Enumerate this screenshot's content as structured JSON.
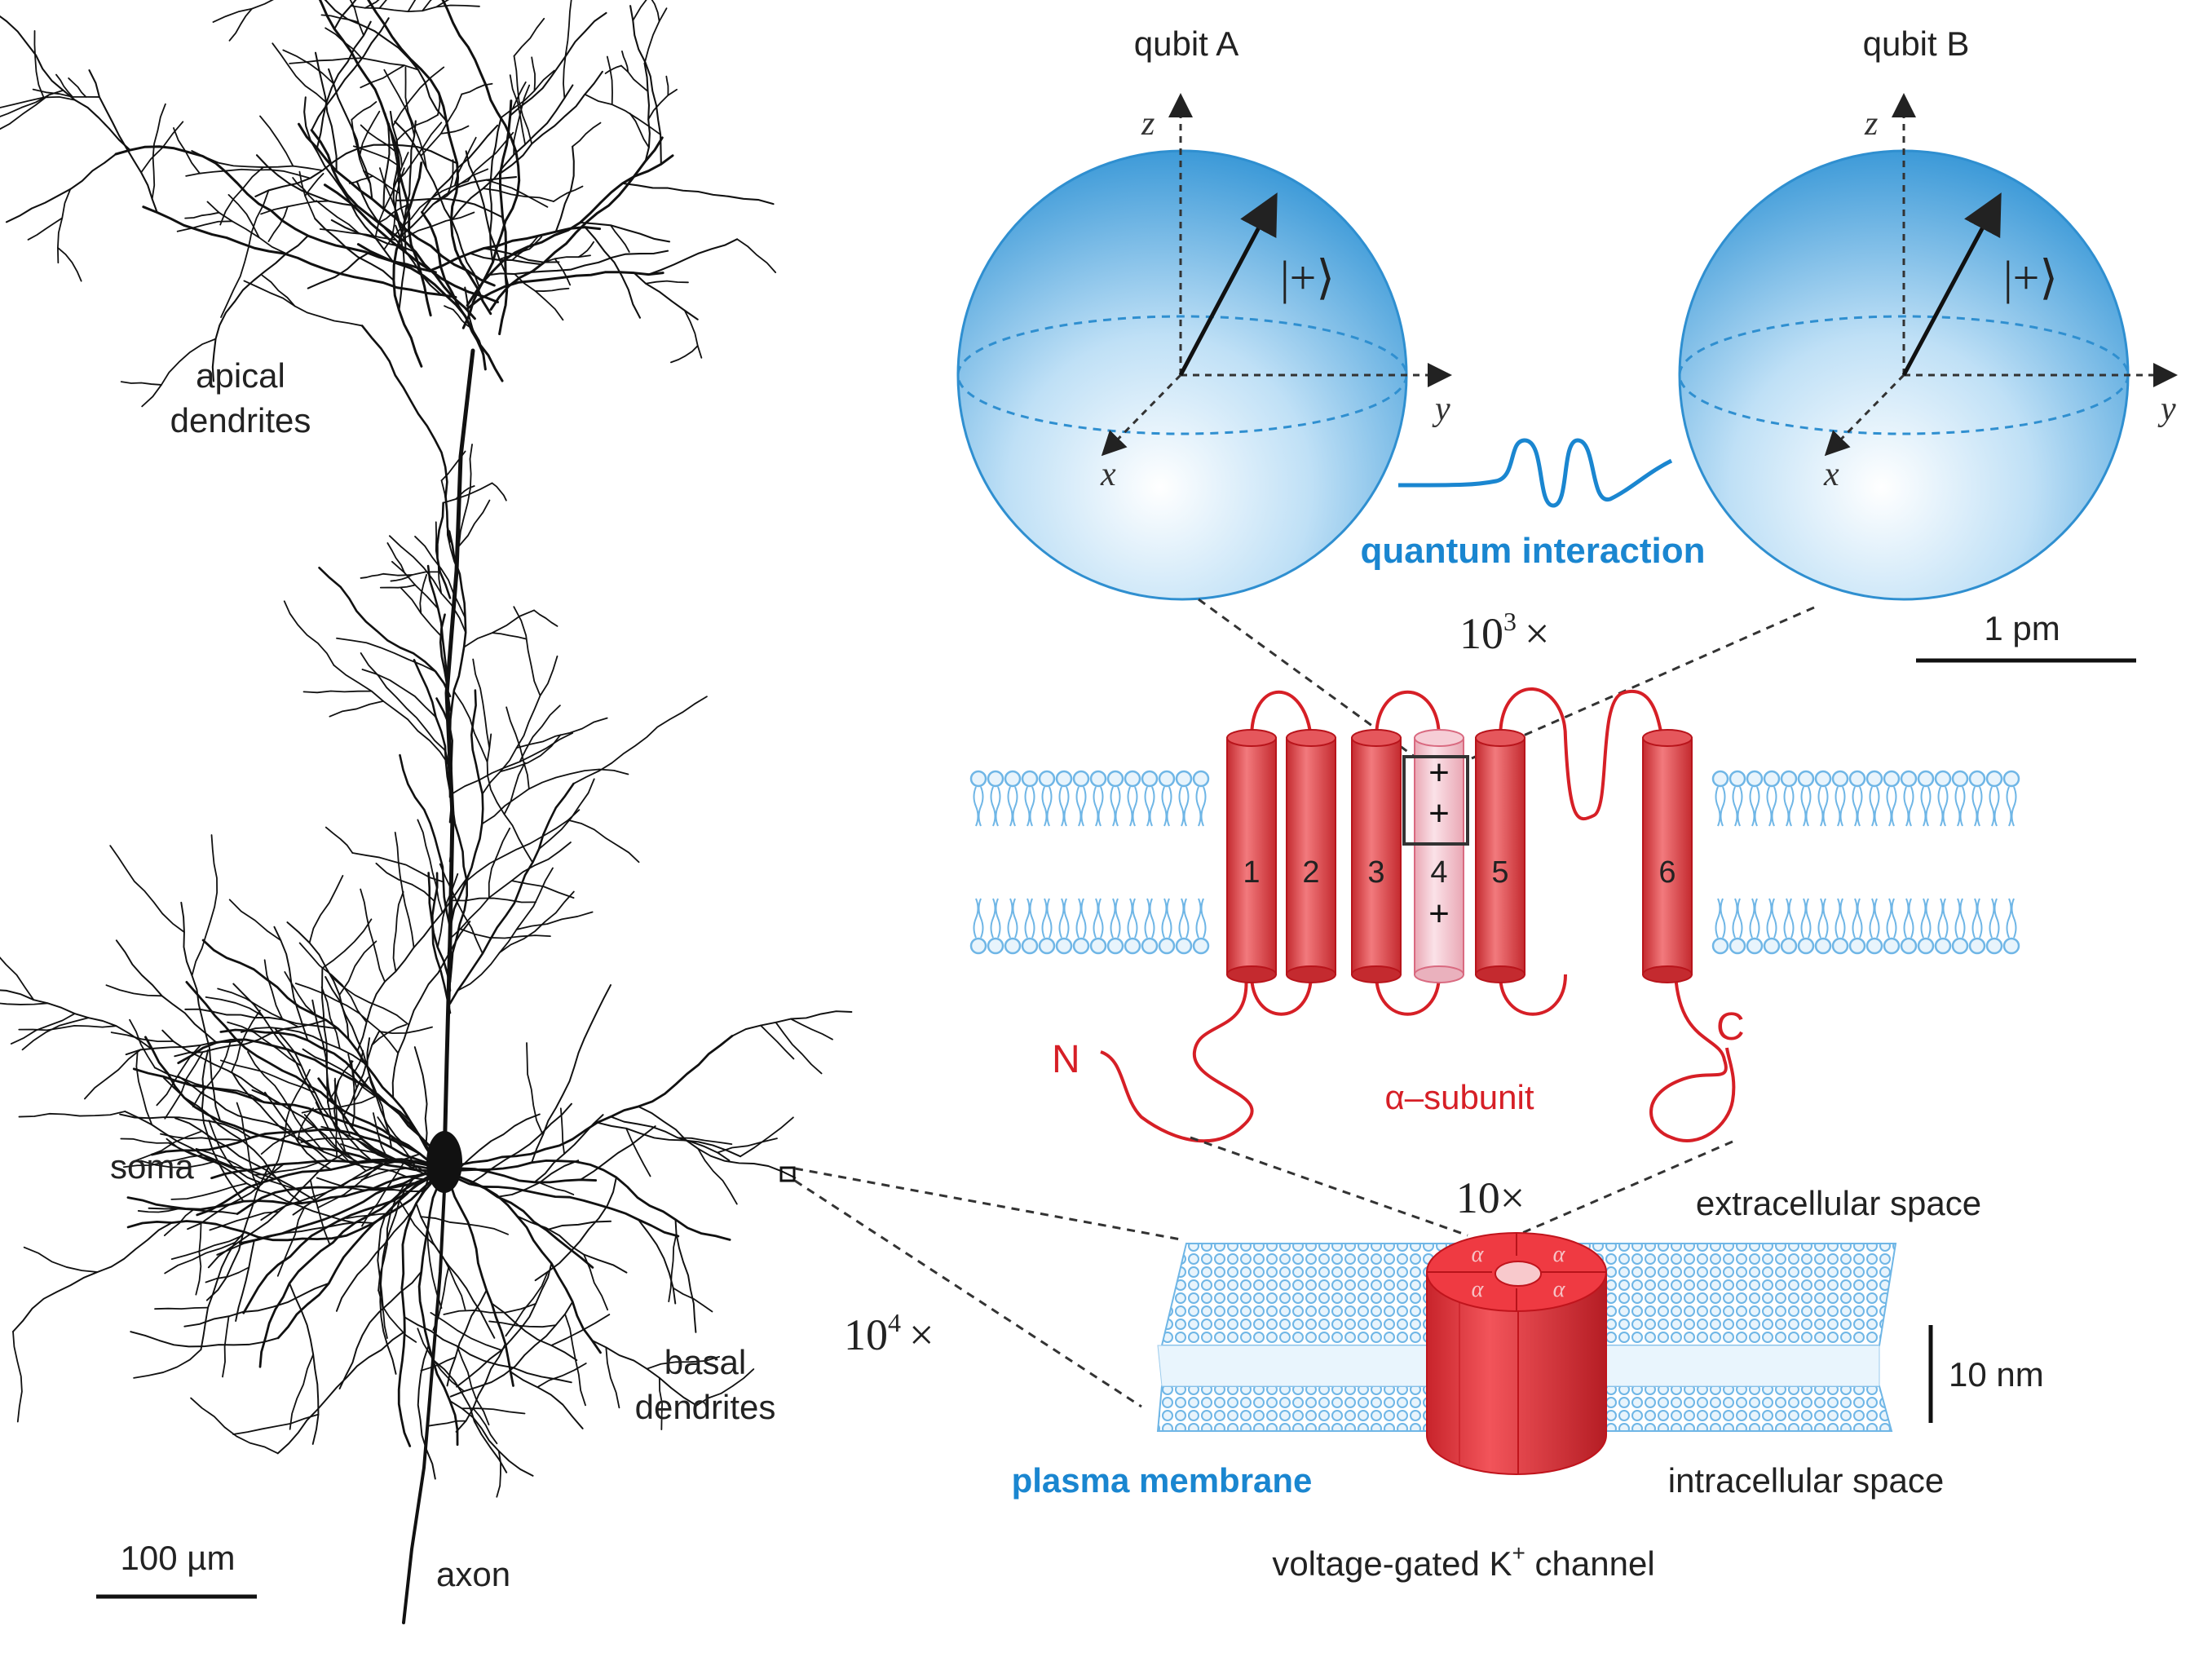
{
  "neuron": {
    "apical_label_1": "apical",
    "apical_label_2": "dendrites",
    "soma_label": "soma",
    "basal_label_1": "basal",
    "basal_label_2": "dendrites",
    "axon_label": "axon",
    "scale_label": "100 µm",
    "zoom_label": "10",
    "zoom_exp": "4",
    "zoom_x": "×"
  },
  "qubits": {
    "a_label": "qubit A",
    "b_label": "qubit B",
    "z": "z",
    "y": "y",
    "x": "x",
    "state": "|+⟩",
    "interaction_label": "quantum interaction",
    "scale_label": "1 pm",
    "zoom_label": "10",
    "zoom_exp": "3",
    "zoom_x": "×"
  },
  "subunit": {
    "helices": [
      "1",
      "2",
      "3",
      "4",
      "5",
      "6"
    ],
    "plus": "+",
    "n_label": "N",
    "c_label": "C",
    "name": "α–subunit",
    "zoom_label": "10×"
  },
  "channel": {
    "extracellular": "extracellular space",
    "intracellular": "intracellular space",
    "membrane": "plasma membrane",
    "scale_label": "10 nm",
    "alpha": "α",
    "title_prefix": "voltage-gated K",
    "title_sup": "+",
    "title_suffix": " channel"
  },
  "colors": {
    "accent_blue": "#1a86d0",
    "helix_red": "#e0454a",
    "lipid_blue": "#6fb6e6"
  }
}
